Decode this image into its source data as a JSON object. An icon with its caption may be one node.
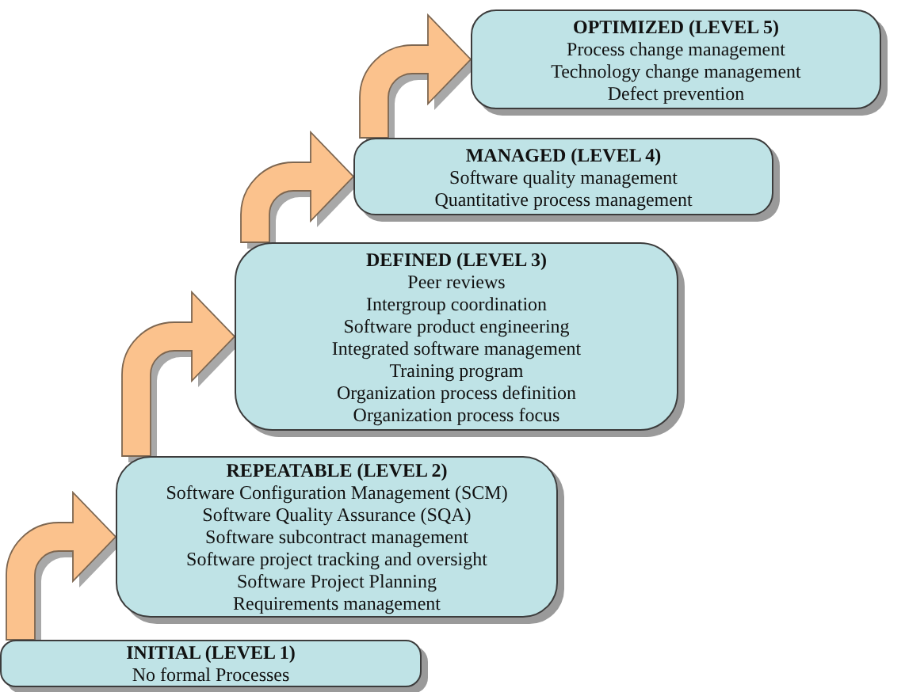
{
  "diagram": {
    "nodes": [
      {
        "text": [
          "OPTIMIZED (LEVEL 5)",
          "Process change management",
          "Technology change management",
          "Defect prevention"
        ]
      },
      {
        "text": [
          "MANAGED (LEVEL 4)",
          "Software quality management",
          "Quantitative process management"
        ]
      },
      {
        "text": [
          "DEFINED (LEVEL 3)",
          "Peer reviews",
          "Intergroup coordination",
          "Software product engineering",
          "Integrated software management",
          "Training program",
          "Organization process definition",
          "Organization process focus"
        ]
      },
      {
        "text": [
          "REPEATABLE (LEVEL 2)",
          "Software Configuration Management (SCM)",
          "Software Quality Assurance (SQA)",
          "Software subcontract management",
          "Software project tracking and oversight",
          "Software Project Planning",
          "Requirements management"
        ]
      },
      {
        "text": [
          "INITIAL (LEVEL 1)",
          "No formal Processes"
        ]
      }
    ],
    "edges": [
      {
        "from": 4,
        "to": 3,
        "arrow": "to"
      },
      {
        "from": 3,
        "to": 2,
        "arrow": "to"
      },
      {
        "from": 2,
        "to": 1,
        "arrow": "to"
      },
      {
        "from": 1,
        "to": 0,
        "arrow": "to"
      }
    ]
  }
}
